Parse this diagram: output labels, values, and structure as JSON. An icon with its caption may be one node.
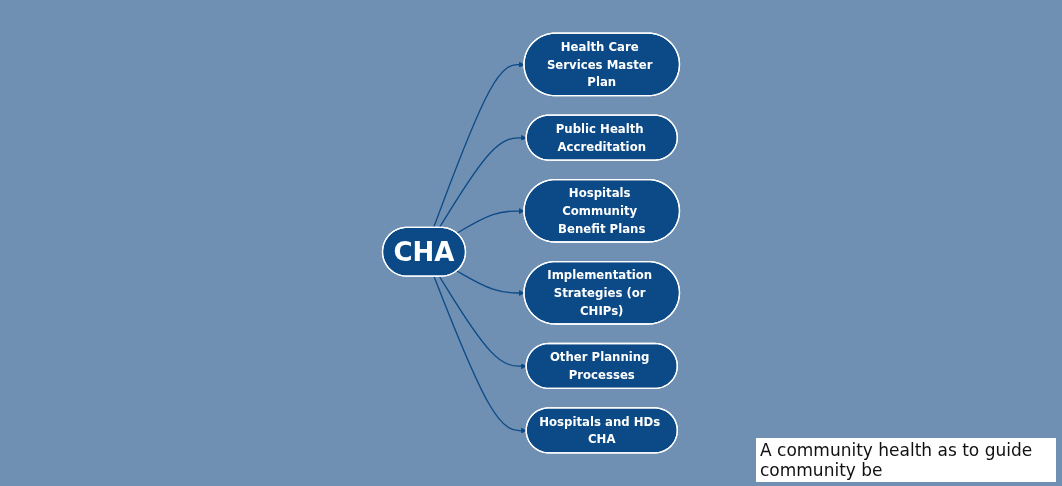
{
  "diagram": {
    "nodes": [
      {
        "text": [
          "Health Care Services Master Plan"
        ]
      },
      {
        "text": [
          "CHA"
        ]
      },
      {
        "text": [
          "Public Health Accreditation"
        ]
      },
      {
        "text": [
          "Hospitals Community Benefit Plans"
        ]
      },
      {
        "text": [
          "Implementation Strategies (or CHIPs)"
        ]
      },
      {
        "text": [
          "Other Planning Processes"
        ]
      },
      {
        "text": [
          "Hospitals and HDs CHA"
        ]
      }
    ],
    "edges": [
      {
        "from": 1,
        "to": 0,
        "arrow": "to"
      },
      {
        "from": 1,
        "to": 2,
        "arrow": "to"
      },
      {
        "from": 1,
        "to": 3,
        "arrow": "to"
      },
      {
        "from": 1,
        "to": 4,
        "arrow": "to"
      },
      {
        "from": 1,
        "to": 5,
        "arrow": "to"
      },
      {
        "from": 1,
        "to": 6,
        "arrow": "to"
      }
    ],
    "labels": [
      "A community health as to guide community be"
    ]
  }
}
